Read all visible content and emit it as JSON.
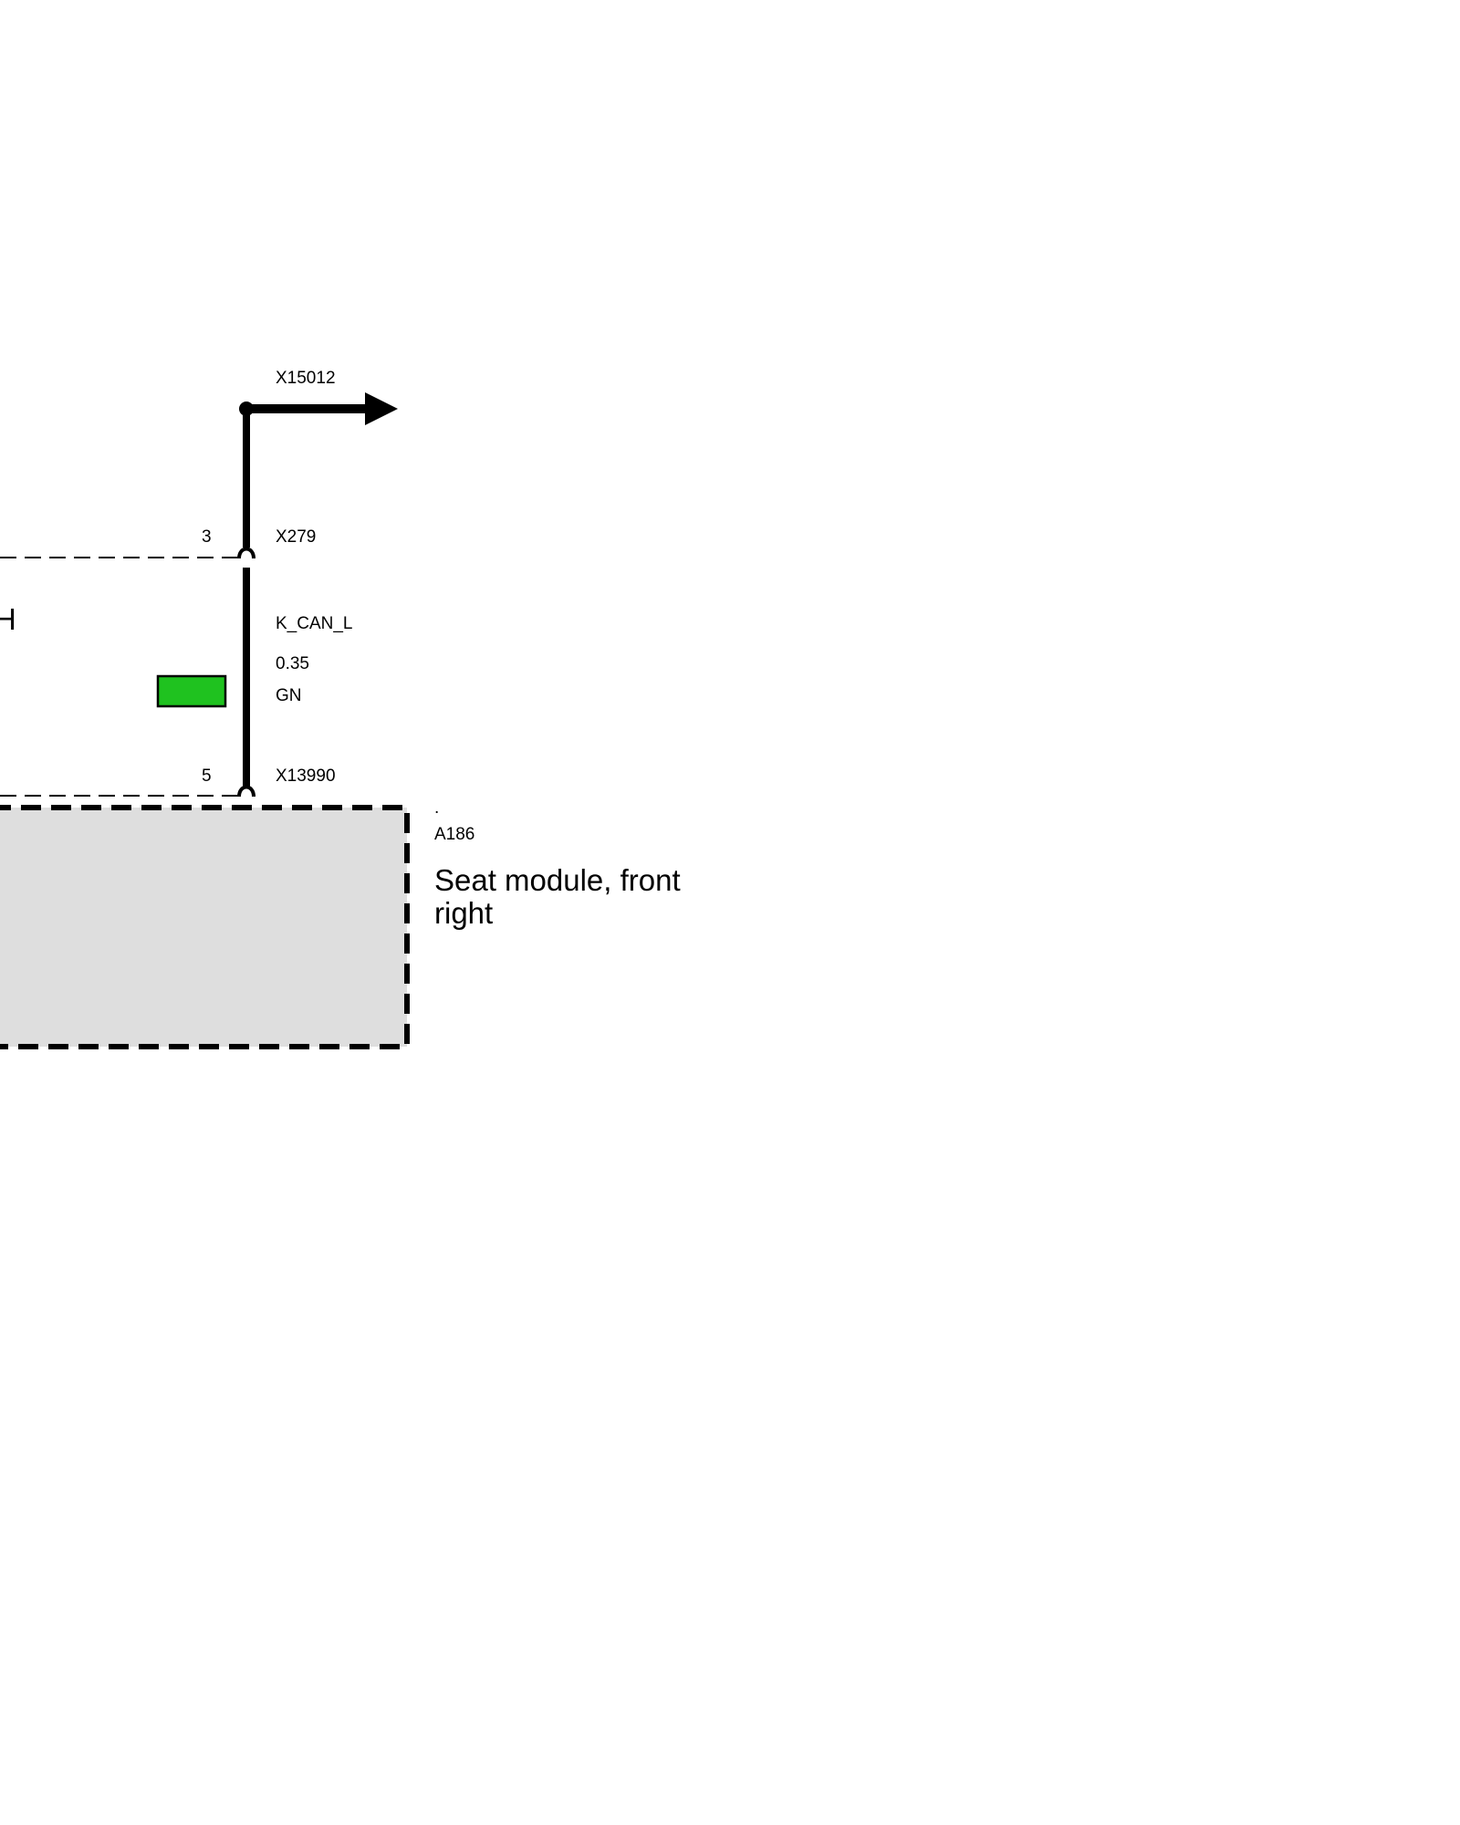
{
  "connectors": {
    "top": "X15012",
    "upper": "X279",
    "lower": "X13990"
  },
  "pins": {
    "upper": "3",
    "lower": "5"
  },
  "wire": {
    "signal": "K_CAN_L",
    "cross_section": "0.35",
    "color_code": "GN",
    "color_hex": "#1fc21f"
  },
  "neighbor_fragment": "H",
  "module": {
    "dot": ".",
    "id": "A186",
    "name_line1": "Seat module, front",
    "name_line2": "right",
    "fill_hex": "#dedede"
  }
}
